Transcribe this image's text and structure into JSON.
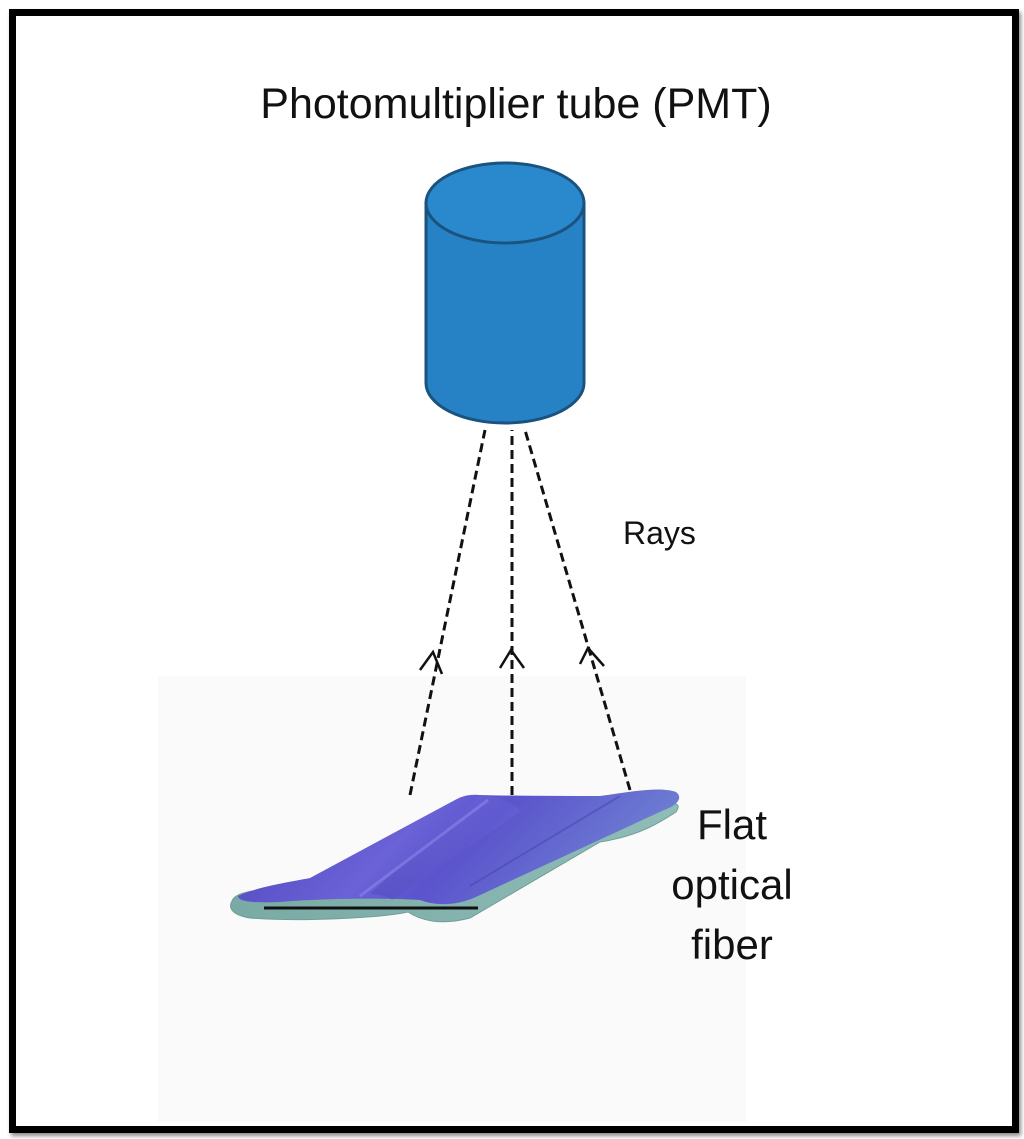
{
  "title": "Photomultiplier tube (PMT)",
  "rays_label": "Rays",
  "fiber_label": {
    "line1": "Flat",
    "line2": "optical",
    "line3": "fiber"
  },
  "colors": {
    "pmt_fill": "#2682c4",
    "pmt_stroke": "#1a5380",
    "fiber_top": "#5a52c8",
    "fiber_edge": "#7fb0ab",
    "ray": "#111111",
    "frame": "#000000"
  },
  "icons": {
    "pmt": "cylinder-shape",
    "fiber": "flat-ribbon-shape",
    "ray_arrow": "open-arrowhead"
  }
}
